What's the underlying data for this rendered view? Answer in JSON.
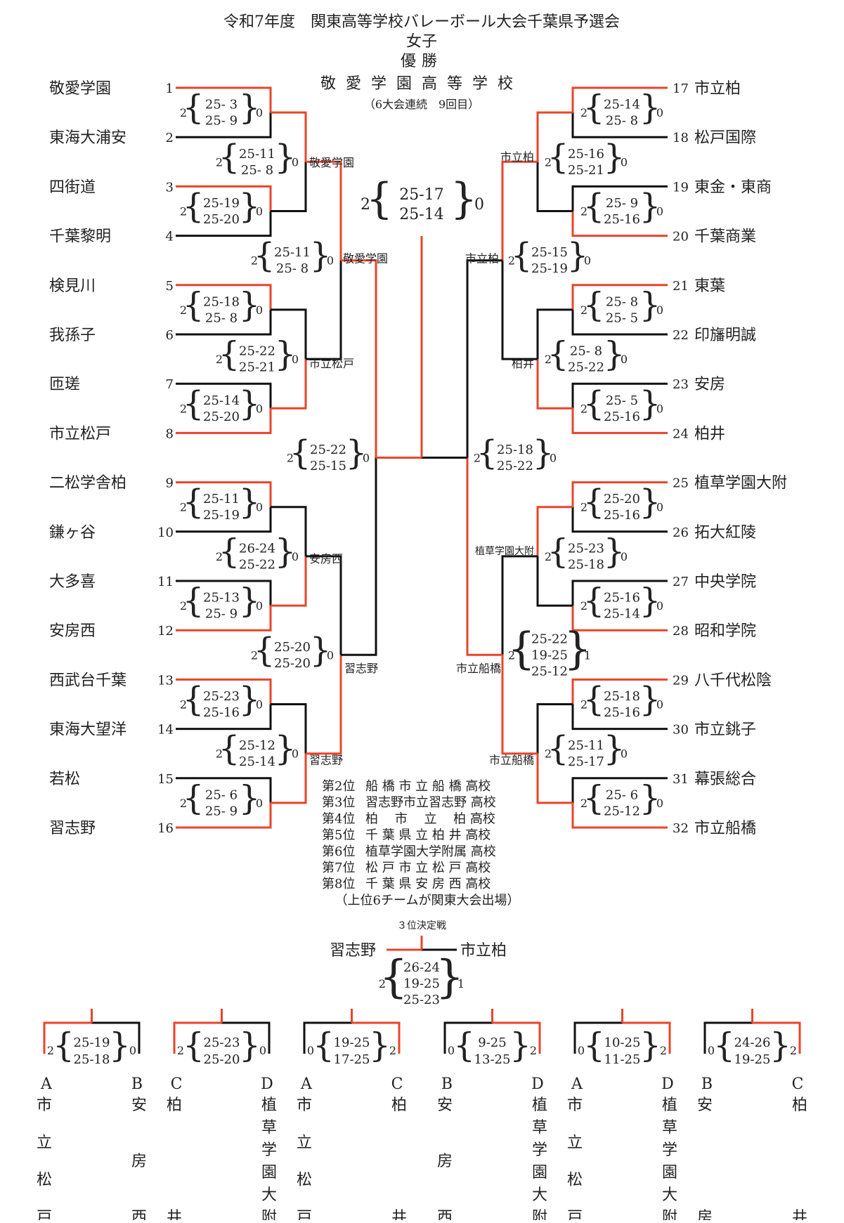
{
  "header": {
    "title": "令和7年度　関東高等学校バレーボール大会千葉県予選会",
    "division": "女子",
    "champion_label": "優勝",
    "champion_name": "敬愛学園高等学校",
    "champion_note": "（6大会連続　9回目）"
  },
  "colors": {
    "win": "#e8452a",
    "lose": "#111111"
  },
  "left_teams": [
    {
      "no": "1",
      "name": "敬愛学園"
    },
    {
      "no": "2",
      "name": "東海大浦安"
    },
    {
      "no": "3",
      "name": "四街道"
    },
    {
      "no": "4",
      "name": "千葉黎明"
    },
    {
      "no": "5",
      "name": "検見川"
    },
    {
      "no": "6",
      "name": "我孫子"
    },
    {
      "no": "7",
      "name": "匝瑳"
    },
    {
      "no": "8",
      "name": "市立松戸"
    },
    {
      "no": "9",
      "name": "二松学舎柏"
    },
    {
      "no": "10",
      "name": "鎌ヶ谷"
    },
    {
      "no": "11",
      "name": "大多喜"
    },
    {
      "no": "12",
      "name": "安房西"
    },
    {
      "no": "13",
      "name": "西武台千葉"
    },
    {
      "no": "14",
      "name": "東海大望洋"
    },
    {
      "no": "15",
      "name": "若松"
    },
    {
      "no": "16",
      "name": "習志野"
    }
  ],
  "right_teams": [
    {
      "no": "17",
      "name": "市立柏"
    },
    {
      "no": "18",
      "name": "松戸国際"
    },
    {
      "no": "19",
      "name": "東金・東商"
    },
    {
      "no": "20",
      "name": "千葉商業"
    },
    {
      "no": "21",
      "name": "東葉"
    },
    {
      "no": "22",
      "name": "印旛明誠"
    },
    {
      "no": "23",
      "name": "安房"
    },
    {
      "no": "24",
      "name": "柏井"
    },
    {
      "no": "25",
      "name": "植草学園大附"
    },
    {
      "no": "26",
      "name": "拓大紅陵"
    },
    {
      "no": "27",
      "name": "中央学院"
    },
    {
      "no": "28",
      "name": "昭和学院"
    },
    {
      "no": "29",
      "name": "八千代松陰"
    },
    {
      "no": "30",
      "name": "市立銚子"
    },
    {
      "no": "31",
      "name": "幕張総合"
    },
    {
      "no": "32",
      "name": "市立船橋"
    }
  ],
  "scores_left": [
    {
      "a": "2",
      "b": "0",
      "sets": [
        "25- 3",
        "25- 9"
      ]
    },
    {
      "a": "2",
      "b": "0",
      "sets": [
        "25-19",
        "25-20"
      ]
    },
    {
      "a": "2",
      "b": "0",
      "sets": [
        "25-18",
        "25- 8"
      ]
    },
    {
      "a": "2",
      "b": "0",
      "sets": [
        "25-14",
        "25-20"
      ]
    },
    {
      "a": "2",
      "b": "0",
      "sets": [
        "25-11",
        "25-19"
      ]
    },
    {
      "a": "2",
      "b": "0",
      "sets": [
        "25-13",
        "25- 9"
      ]
    },
    {
      "a": "2",
      "b": "0",
      "sets": [
        "25-23",
        "25-16"
      ]
    },
    {
      "a": "2",
      "b": "0",
      "sets": [
        "25- 6",
        "25- 9"
      ]
    },
    {
      "a": "2",
      "b": "0",
      "sets": [
        "25-11",
        "25- 8"
      ]
    },
    {
      "a": "2",
      "b": "0",
      "sets": [
        "25-22",
        "25-21"
      ]
    },
    {
      "a": "2",
      "b": "0",
      "sets": [
        "26-24",
        "25-22"
      ]
    },
    {
      "a": "2",
      "b": "0",
      "sets": [
        "25-12",
        "25-14"
      ]
    },
    {
      "a": "2",
      "b": "0",
      "sets": [
        "25-11",
        "25- 8"
      ]
    },
    {
      "a": "2",
      "b": "0",
      "sets": [
        "25-20",
        "25-20"
      ]
    },
    {
      "a": "2",
      "b": "0",
      "sets": [
        "25-22",
        "25-15"
      ]
    }
  ],
  "scores_right": [
    {
      "a": "2",
      "b": "0",
      "sets": [
        "25-14",
        "25- 8"
      ]
    },
    {
      "a": "2",
      "b": "0",
      "sets": [
        "25- 9",
        "25-16"
      ]
    },
    {
      "a": "2",
      "b": "0",
      "sets": [
        "25- 8",
        "25- 5"
      ]
    },
    {
      "a": "2",
      "b": "0",
      "sets": [
        "25- 5",
        "25-16"
      ]
    },
    {
      "a": "2",
      "b": "0",
      "sets": [
        "25-20",
        "25-16"
      ]
    },
    {
      "a": "2",
      "b": "0",
      "sets": [
        "25-16",
        "25-14"
      ]
    },
    {
      "a": "2",
      "b": "0",
      "sets": [
        "25-18",
        "25-16"
      ]
    },
    {
      "a": "2",
      "b": "0",
      "sets": [
        "25- 6",
        "25-12"
      ]
    },
    {
      "a": "2",
      "b": "0",
      "sets": [
        "25-16",
        "25-21"
      ]
    },
    {
      "a": "2",
      "b": "0",
      "sets": [
        "25- 8",
        "25-22"
      ]
    },
    {
      "a": "2",
      "b": "0",
      "sets": [
        "25-23",
        "25-18"
      ]
    },
    {
      "a": "2",
      "b": "0",
      "sets": [
        "25-11",
        "25-17"
      ]
    },
    {
      "a": "2",
      "b": "0",
      "sets": [
        "25-15",
        "25-19"
      ]
    },
    {
      "a": "2",
      "b": "1",
      "sets": [
        "25-22",
        "19-25",
        "25-12"
      ]
    },
    {
      "a": "2",
      "b": "0",
      "sets": [
        "25-18",
        "25-22"
      ]
    }
  ],
  "final": {
    "a": "2",
    "b": "0",
    "sets": [
      "25-17",
      "25-14"
    ]
  },
  "winner_labels": {
    "l_r2": [
      "敬愛学園",
      "市立松戸",
      "安房西",
      "習志野"
    ],
    "l_r3": [
      "敬愛学園",
      "習志野"
    ],
    "r_r2": [
      "市立柏",
      "柏井",
      "植草学園大附",
      "市立船橋"
    ],
    "r_r3": [
      "市立柏",
      "市立船橋"
    ]
  },
  "rankings": [
    {
      "place": "第2位",
      "name": "船 橋 市 立 船 橋 高校"
    },
    {
      "place": "第3位",
      "name": "習志野市立習志野 高校"
    },
    {
      "place": "第4位",
      "name": "柏　 市　 立　 柏 高校"
    },
    {
      "place": "第5位",
      "name": "千 葉 県 立 柏 井 高校"
    },
    {
      "place": "第6位",
      "name": "植草学園大学附属 高校"
    },
    {
      "place": "第7位",
      "name": "松 戸 市 立 松 戸 高校"
    },
    {
      "place": "第8位",
      "name": "千 葉 県 安 房 西 高校"
    },
    {
      "note": "（上位6チームが関東大会出場）"
    }
  ],
  "third_place": {
    "label": "３位決定戦",
    "left": "習志野",
    "right": "市立柏",
    "a": "2",
    "b": "1",
    "sets": [
      "26-24",
      "19-25",
      "25-23"
    ]
  },
  "placement": [
    {
      "lk": "A",
      "lt": "市立松戸",
      "rk": "B",
      "rt": "安房西",
      "a": "2",
      "b": "0",
      "sets": [
        "25-19",
        "25-18"
      ],
      "win": "left"
    },
    {
      "lk": "C",
      "lt": "柏井",
      "rk": "D",
      "rt": "植草学園大附",
      "a": "2",
      "b": "0",
      "sets": [
        "25-23",
        "25-20"
      ],
      "win": "left"
    },
    {
      "lk": "A",
      "lt": "市立松戸",
      "rk": "C",
      "rt": "柏井",
      "a": "0",
      "b": "2",
      "sets": [
        "19-25",
        "17-25"
      ],
      "win": "right"
    },
    {
      "lk": "B",
      "lt": "安房西",
      "rk": "D",
      "rt": "植草学園大附",
      "a": "0",
      "b": "2",
      "sets": [
        "9-25",
        "13-25"
      ],
      "win": "right"
    },
    {
      "lk": "A",
      "lt": "市立松戸",
      "rk": "D",
      "rt": "植草学園大附",
      "a": "0",
      "b": "2",
      "sets": [
        "10-25",
        "11-25"
      ],
      "win": "right"
    },
    {
      "lk": "B",
      "lt": "安房",
      "rk": "C",
      "rt": "柏井",
      "a": "0",
      "b": "2",
      "sets": [
        "24-26",
        "19-25"
      ],
      "win": "right"
    }
  ]
}
